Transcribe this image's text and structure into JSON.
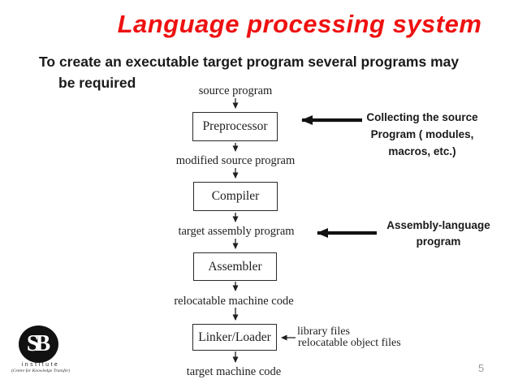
{
  "slide": {
    "title": "Language processing system",
    "subtitle_line1": "To create an executable target program several programs may",
    "subtitle_line2": "be required",
    "page_number": "5"
  },
  "diagram": {
    "flow_labels": {
      "source_program": "source program",
      "modified_source_program": "modified source program",
      "target_assembly_program": "target assembly program",
      "relocatable_machine_code": "relocatable machine code",
      "target_machine_code": "target machine code"
    },
    "boxes": {
      "preprocessor": "Preprocessor",
      "compiler": "Compiler",
      "assembler": "Assembler",
      "linker_loader": "Linker/Loader"
    },
    "side_inputs": {
      "library_files": "library files",
      "relocatable_object_files": "relocatable object files"
    }
  },
  "annotations": {
    "collecting_source": {
      "line1": "Collecting the source",
      "line2": "Program ( modules,",
      "line3": "macros, etc.)"
    },
    "assembly_language": {
      "line1": "Assembly-language",
      "line2": "program"
    }
  },
  "logo": {
    "monogram": "SB",
    "name": "institute",
    "tagline": "(Centre for Knowledge Transfer)"
  },
  "colors": {
    "title_red": "#EE1111",
    "text_black": "#1A1A1A",
    "page_number_gray": "#9A9A9A",
    "diagram_ink": "#1F1F1F"
  }
}
